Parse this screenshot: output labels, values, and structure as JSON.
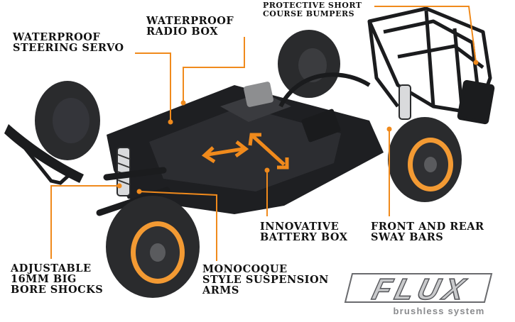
{
  "colors": {
    "leader": "#f08a1c",
    "accent": "#f39a33",
    "chassis": "#1e1f22",
    "tire": "#2a2b2d",
    "logo_fill": "#c9cacc",
    "logo_outline": "#6a6b6e"
  },
  "callouts": {
    "radio_box": [
      "WATERPROOF",
      "RADIO BOX"
    ],
    "steering_servo": [
      "WATERPROOF",
      "STEERING SERVO"
    ],
    "bumpers": [
      "PROTECTIVE SHORT",
      "COURSE BUMPERS"
    ],
    "battery_box": [
      "INNOVATIVE",
      "BATTERY BOX"
    ],
    "sway_bars": [
      "FRONT AND REAR",
      "SWAY BARS"
    ],
    "shocks": [
      "ADJUSTABLE",
      "16MM BIG",
      "BORE SHOCKS"
    ],
    "suspension_arms": [
      "MONOCOQUE",
      "STYLE SUSPENSION",
      "ARMS"
    ]
  },
  "logo": {
    "brand": "FLUX",
    "tagline": "brushless system"
  }
}
